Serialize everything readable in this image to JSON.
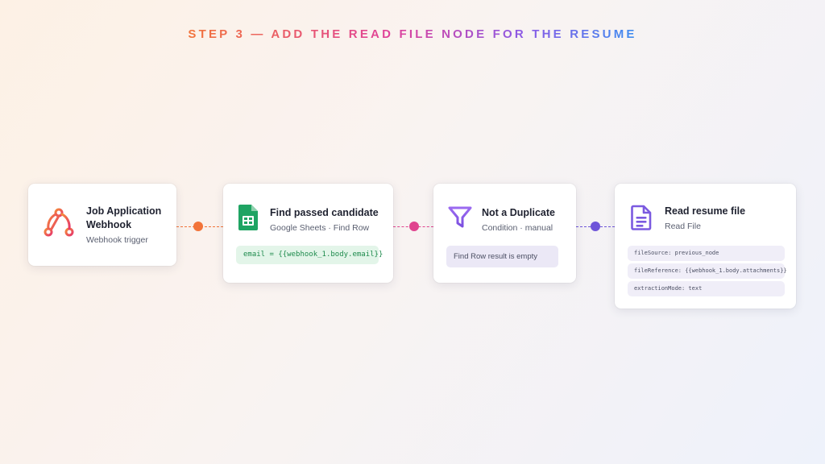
{
  "header": {
    "title": "STEP 3 — ADD THE READ FILE NODE FOR THE RESUME"
  },
  "nodes": {
    "webhook": {
      "title": "Job Application Webhook",
      "subtitle": "Webhook trigger",
      "icon": "webhook-icon",
      "accent": "#f0663f"
    },
    "sheets": {
      "title": "Find passed candidate",
      "subtitle": "Google Sheets · Find Row",
      "icon": "google-sheets-icon",
      "code": "email = {{webhook_1.body.email}}",
      "accent": "#1fa463"
    },
    "condition": {
      "title": "Not a Duplicate",
      "subtitle": "Condition · manual",
      "icon": "filter-icon",
      "note": "Find Row result is empty",
      "accent": "#8a5ae6"
    },
    "readfile": {
      "title": "Read resume file",
      "subtitle": "Read File",
      "icon": "document-icon",
      "params": [
        "fileSource: previous_node",
        "fileReference: {{webhook_1.body.attachments}}",
        "extractionMode: text"
      ],
      "accent": "#7b5ae0"
    }
  },
  "connectors": [
    {
      "from": "webhook",
      "to": "sheets",
      "color": "#f2743a"
    },
    {
      "from": "sheets",
      "to": "condition",
      "color": "#e0448f"
    },
    {
      "from": "condition",
      "to": "readfile",
      "color": "#6f55d9"
    }
  ]
}
